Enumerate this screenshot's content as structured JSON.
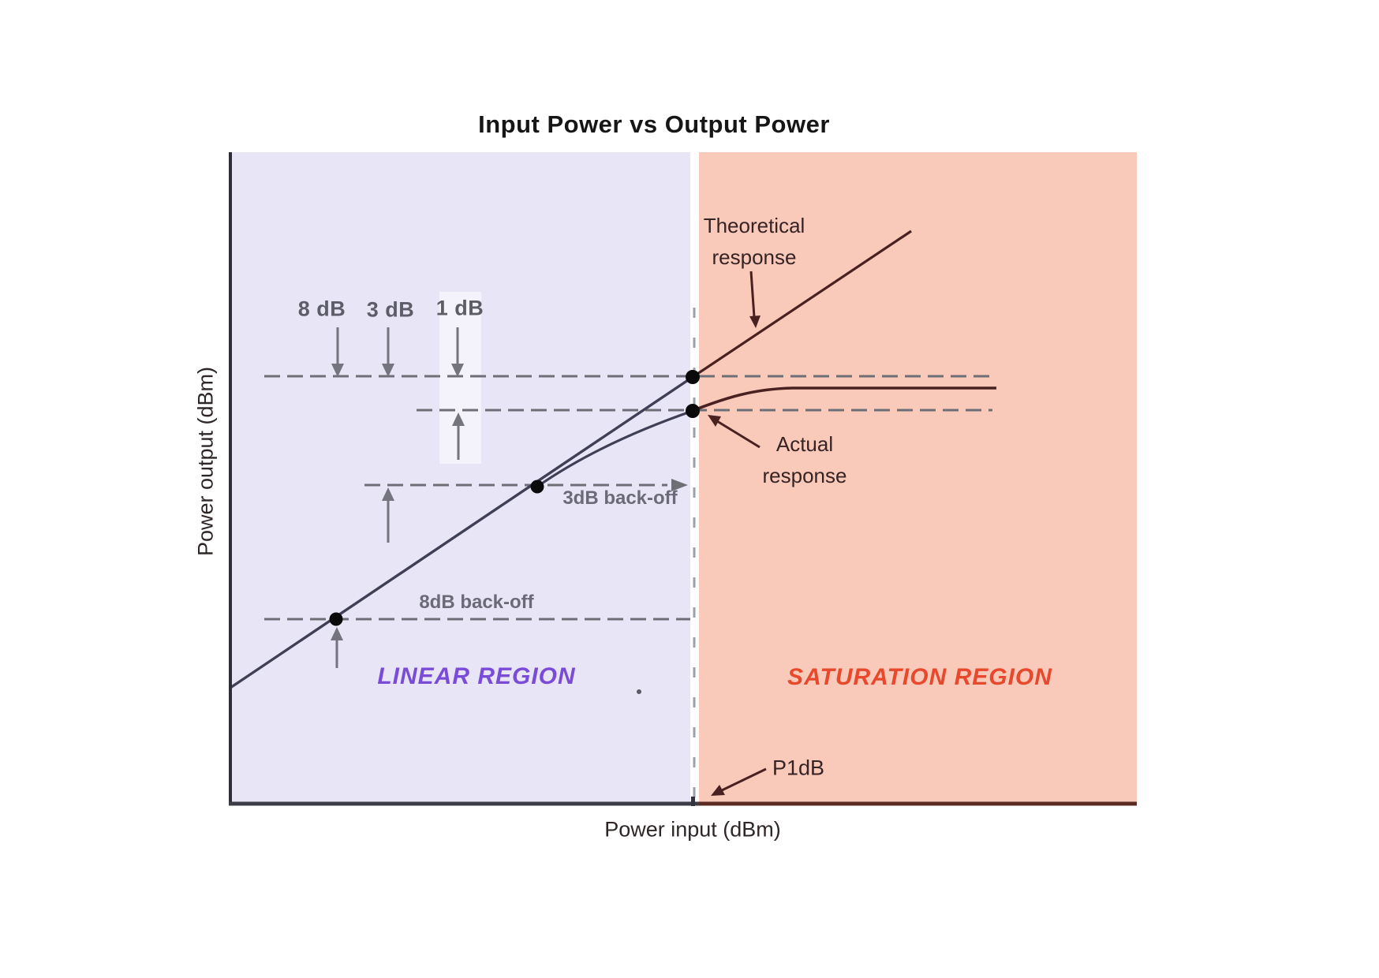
{
  "title": "Input Power vs Output Power",
  "axes": {
    "x_label": "Power input (dBm)",
    "y_label": "Power output (dBm)"
  },
  "regions": {
    "linear": {
      "label": "LINEAR REGION",
      "fill": "#e8e5f7",
      "label_color": "#7a4bd6"
    },
    "saturation": {
      "label": "SATURATION REGION",
      "fill": "#f9c9ba",
      "label_color": "#e8482b"
    }
  },
  "gap_labels": {
    "g8": "8 dB",
    "g3": "3 dB",
    "g1": "1 dB"
  },
  "backoff_labels": {
    "b3": "3dB back-off",
    "b8": "8dB back-off"
  },
  "annotations": {
    "theoretical": "Theoretical response",
    "actual": "Actual response",
    "p1db": "P1dB"
  },
  "colors": {
    "linear_region_fill": "#e8e5f7",
    "saturation_region_fill": "#f9c9ba",
    "linear_label": "#7a4bd6",
    "saturation_label": "#e8482b",
    "response_curve_linear_part": "#3f3f55",
    "response_curve_saturation_part": "#4a2121",
    "dashed_guides": "#6e6e76",
    "dimension_arrows": "#74747e",
    "vertical_marker": "#9aa2ab",
    "marker_dots": "#0a0a0a"
  },
  "chart_data": {
    "type": "line",
    "title": "Input Power vs Output Power",
    "xlabel": "Power input (dBm)",
    "ylabel": "Power output (dBm)",
    "axis_numeric_ticks": false,
    "note": "Conceptual amplifier gain-compression diagram; no numeric tick values are shown. Coordinates are fractions of the plotted axes (x: 0 = left axis, 1 = right edge; y: 0 = x-axis, 1 = top of plot).",
    "series": [
      {
        "name": "Theoretical response",
        "style": "solid straight line",
        "points": [
          [
            0.0,
            0.177
          ],
          [
            0.117,
            0.282
          ],
          [
            0.339,
            0.486
          ],
          [
            0.51,
            0.654
          ],
          [
            0.751,
            0.879
          ]
        ]
      },
      {
        "name": "Actual response",
        "style": "solid line, compresses then saturates",
        "points": [
          [
            0.0,
            0.177
          ],
          [
            0.117,
            0.282
          ],
          [
            0.339,
            0.486
          ],
          [
            0.51,
            0.602
          ],
          [
            0.62,
            0.633
          ],
          [
            0.845,
            0.638
          ]
        ]
      }
    ],
    "reference_levels": [
      {
        "label": "Theoretical output at P1dB input (top dashed line)",
        "y": 0.655
      },
      {
        "label": "1 dB compressed output (dashed line through P1dB point)",
        "y": 0.603
      },
      {
        "label": "3dB back-off",
        "y": 0.488
      },
      {
        "label": "8dB back-off",
        "y": 0.282
      }
    ],
    "gap_annotations": [
      {
        "label": "8 dB",
        "between_y": [
          0.282,
          0.655
        ]
      },
      {
        "label": "3 dB",
        "between_y": [
          0.488,
          0.655
        ]
      },
      {
        "label": "1 dB",
        "between_y": [
          0.603,
          0.655
        ]
      }
    ],
    "key_points": [
      {
        "label": "8dB back-off point",
        "x": 0.117,
        "y": 0.282
      },
      {
        "label": "3dB back-off point",
        "x": 0.339,
        "y": 0.486
      },
      {
        "label": "theoretical response at P1dB input",
        "x": 0.51,
        "y": 0.654
      },
      {
        "label": "P1dB 1 dB compression point",
        "x": 0.51,
        "y": 0.602
      }
    ],
    "vertical_marker": {
      "label": "P1dB",
      "x": 0.51,
      "style": "dashed"
    },
    "regions": [
      {
        "label": "LINEAR REGION",
        "x_start": 0.0,
        "x_end": 0.51,
        "fill": "#e8e5f7"
      },
      {
        "label": "SATURATION REGION",
        "x_start": 0.51,
        "x_end": 1.0,
        "fill": "#f9c9ba"
      }
    ],
    "legend": "none (labels annotated directly on chart)"
  }
}
